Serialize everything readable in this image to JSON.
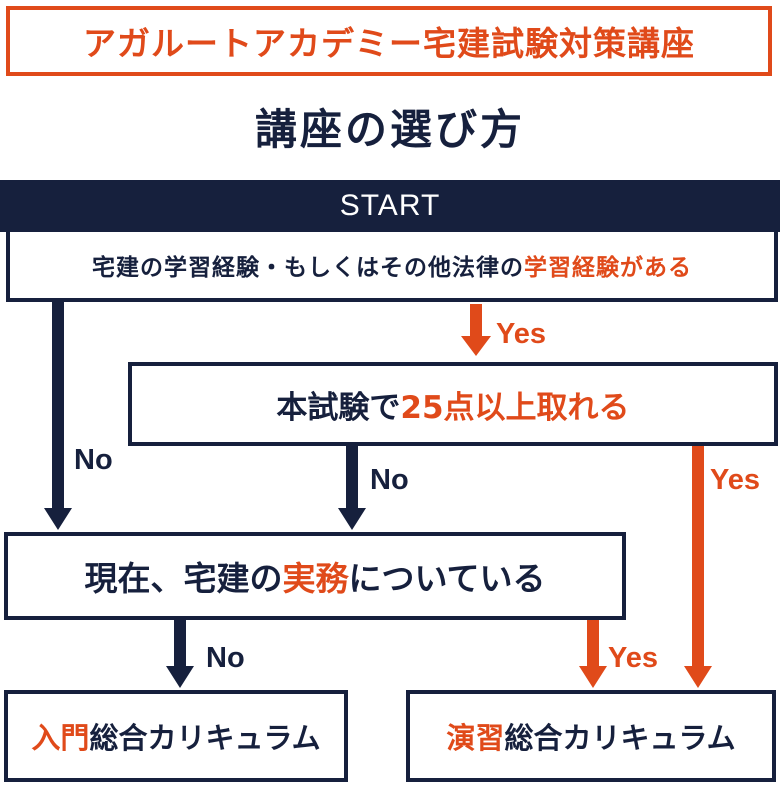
{
  "header": {
    "title": "アガルートアカデミー宅建試験対策講座"
  },
  "page_title": "講座の選び方",
  "start": {
    "label": "START"
  },
  "q1": {
    "text_before": "宅建の学習経験・もしくはその他法律の",
    "text_accent": "学習経験がある"
  },
  "q2": {
    "text_before": "本試験で",
    "text_accent": "25点以上取れる"
  },
  "q3": {
    "text_before": "現在、宅建の",
    "text_accent": "実務",
    "text_after": "についている"
  },
  "result_left": {
    "accent": "入門",
    "rest": "総合カリキュラム"
  },
  "result_right": {
    "accent": "演習",
    "rest": "総合カリキュラム"
  },
  "edges": {
    "q1_yes": "Yes",
    "q1_no": "No",
    "q2_no": "No",
    "q2_yes": "Yes",
    "q3_no": "No",
    "q3_yes": "Yes"
  },
  "colors": {
    "navy": "#16203d",
    "accent": "#e04a1a"
  }
}
